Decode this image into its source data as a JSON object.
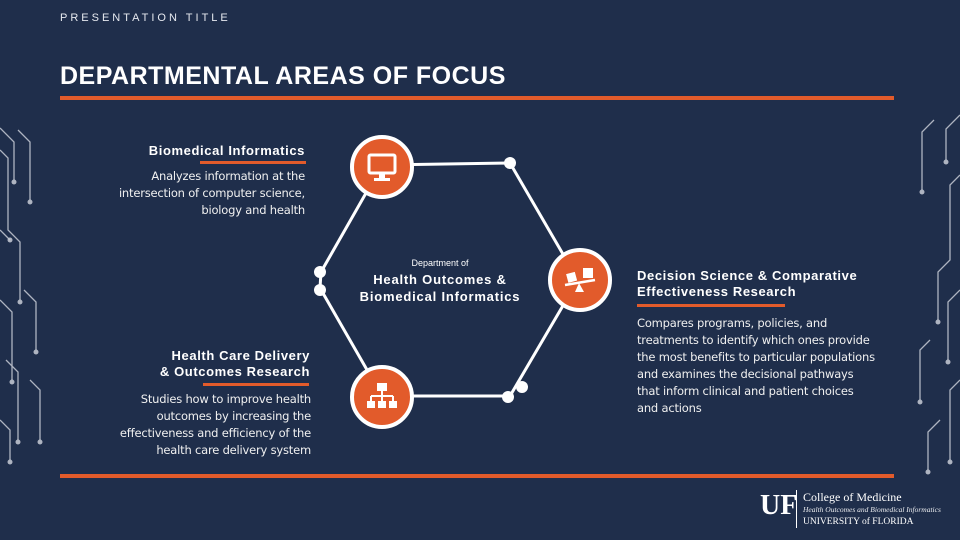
{
  "header": {
    "presentation_title": "PRESENTATION TITLE",
    "main_title": "DEPARTMENTAL AREAS OF FOCUS"
  },
  "center": {
    "small": "Department of",
    "line1": "Health Outcomes &",
    "line2": "Biomedical Informatics"
  },
  "areas": [
    {
      "title": "Biomedical Informatics",
      "desc": [
        "Analyzes information at the",
        "intersection of computer science,",
        "biology and health"
      ],
      "icon": "monitor-icon"
    },
    {
      "title": "Decision Science & Comparative Effectiveness Research",
      "title_lines": [
        "Decision Science & Comparative",
        "Effectiveness Research"
      ],
      "desc": [
        "Compares programs, policies, and",
        "treatments to identify which ones provide",
        "the most benefits to particular populations",
        "and examines the decisional pathways",
        "that inform clinical and patient choices",
        "and actions"
      ],
      "icon": "balance-scale-icon"
    },
    {
      "title": "Health Care Delivery & Outcomes Research",
      "title_lines": [
        "Health Care Delivery",
        "& Outcomes Research"
      ],
      "desc": [
        "Studies how to improve health",
        "outcomes by increasing the",
        "effectiveness and efficiency of the",
        "health care delivery system"
      ],
      "icon": "hierarchy-icon"
    }
  ],
  "logo": {
    "mark": "UF",
    "college": "College of Medicine",
    "department": "Health Outcomes and Biomedical Informatics",
    "university": "UNIVERSITY of FLORIDA"
  },
  "colors": {
    "background": "#1f2e4b",
    "accent": "#e25b2b",
    "ring": "#ffffff"
  }
}
